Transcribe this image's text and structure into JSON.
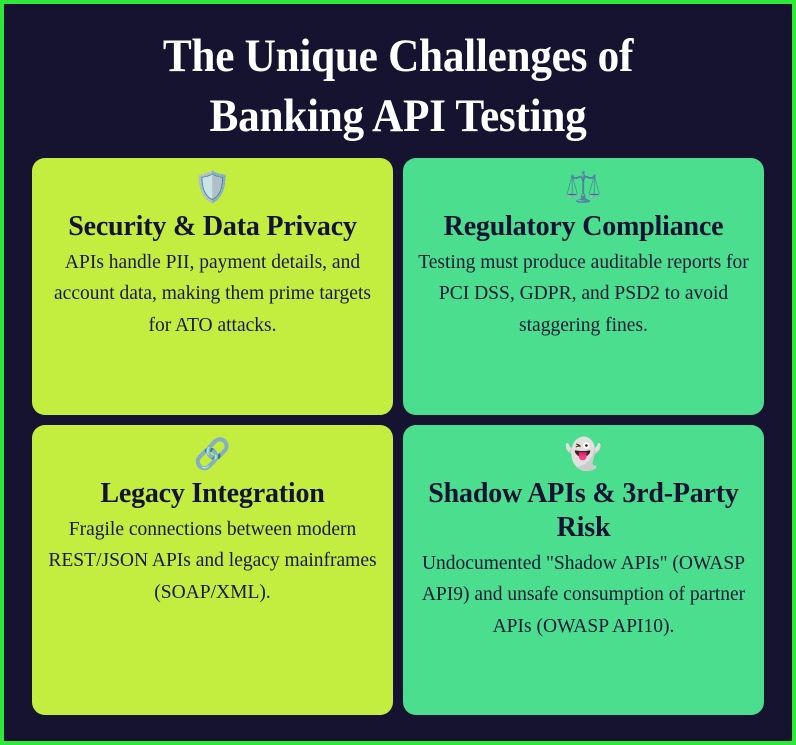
{
  "theme": {
    "outer_border_color": "#2ee83a",
    "background_color": "#161331",
    "title_color": "#ffffff",
    "card_lime_color": "#c3ed3f",
    "card_spring_color": "#4ade8e",
    "card_text_color": "#151334"
  },
  "title": {
    "line1": "The Unique Challenges of",
    "line2": "Banking API Testing"
  },
  "cards": [
    {
      "icon": "🛡️",
      "icon_name": "shield-icon",
      "title": "Security & Data Privacy",
      "body": "APIs handle PII, payment details, and account data, making them prime targets for ATO attacks.",
      "color": "#c3ed3f"
    },
    {
      "icon": "⚖️",
      "icon_name": "balance-scale-icon",
      "title": "Regulatory Compliance",
      "body": "Testing must produce auditable reports for PCI DSS, GDPR, and PSD2 to avoid staggering fines.",
      "color": "#4ade8e"
    },
    {
      "icon": "🔗",
      "icon_name": "link-chain-icon",
      "title": "Legacy Integration",
      "body": "Fragile connections between modern REST/JSON APIs and legacy mainframes (SOAP/XML).",
      "color": "#c3ed3f"
    },
    {
      "icon": "👻",
      "icon_name": "ghost-icon",
      "title": "Shadow APIs & 3rd-Party Risk",
      "body": "Undocumented \"Shadow APIs\" (OWASP API9) and unsafe consumption of partner APIs (OWASP API10).",
      "color": "#4ade8e"
    }
  ]
}
